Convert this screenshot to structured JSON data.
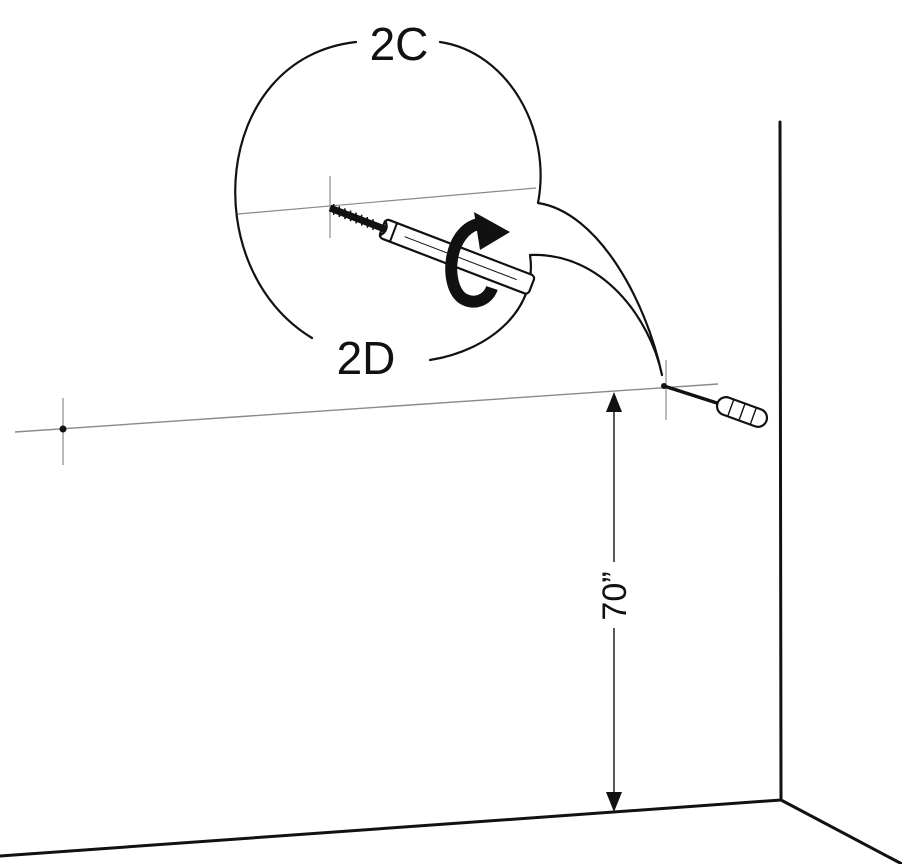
{
  "callouts": {
    "top_label": "2C",
    "bottom_label": "2D"
  },
  "dimension": {
    "height_label": "70”"
  },
  "icons": {
    "rotation": "rotate-clockwise-arrow-icon",
    "screw": "screw-icon",
    "anchor": "wall-anchor-icon",
    "drill": "screwdriver-icon"
  },
  "colors": {
    "ink": "#111111",
    "guide_line": "#8a8a8a",
    "background": "#ffffff"
  }
}
